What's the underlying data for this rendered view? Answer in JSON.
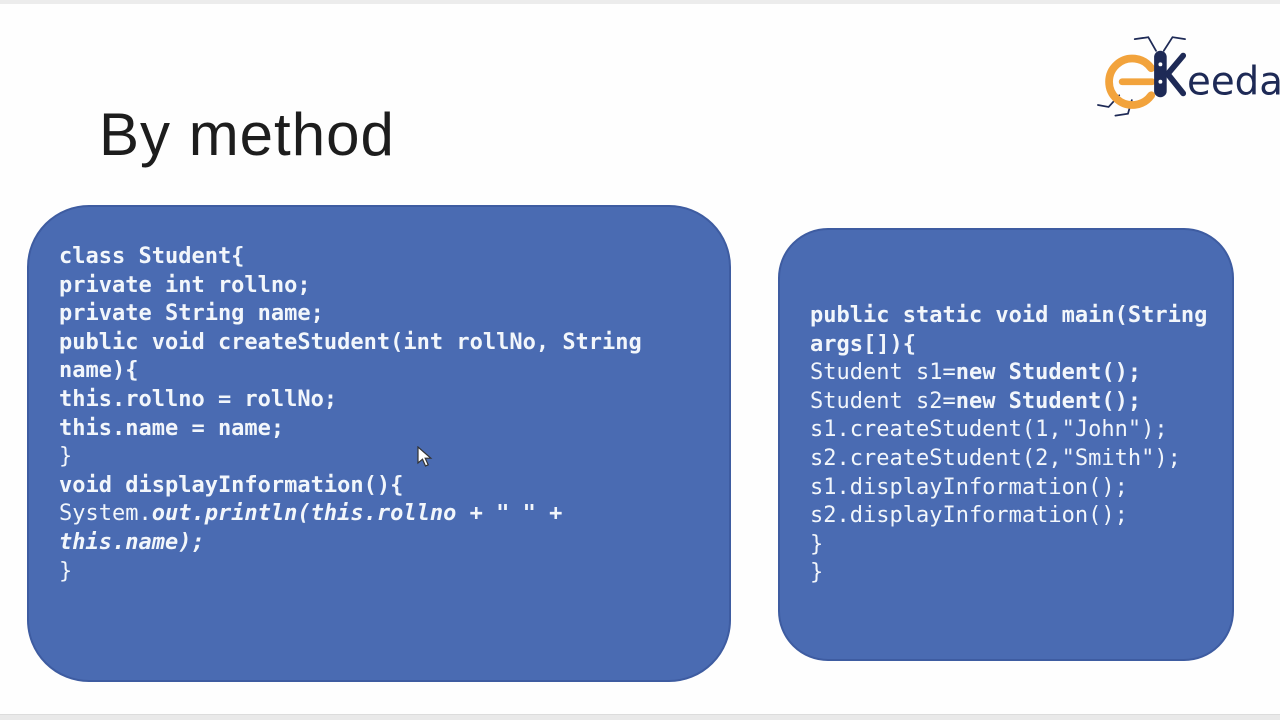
{
  "title": "By method",
  "logo": {
    "brand": "EKeeda",
    "e_letter": "E",
    "text_after_bug": "eeda",
    "orange": "#f2a33c",
    "navy": "#1e2a56"
  },
  "colors": {
    "box_fill": "#4a6bb2",
    "box_border": "#3e5ca1",
    "code_text": "#f2f6fb",
    "title_text": "#1d1d1d",
    "edge_strip": "#ececec"
  },
  "code_boxes": [
    {
      "id": "student-class",
      "lines": [
        [
          {
            "t": "class Student{",
            "s": "b"
          }
        ],
        [
          {
            "t": "private int rollno;",
            "s": "b"
          }
        ],
        [
          {
            "t": "private String name;",
            "s": "b"
          }
        ],
        [
          {
            "t": "public void createStudent(int rollNo, String",
            "s": "b"
          }
        ],
        [
          {
            "t": "name){",
            "s": "b"
          }
        ],
        [
          {
            "t": "this.rollno = rollNo;",
            "s": "b"
          }
        ],
        [
          {
            "t": "this.name = name;",
            "s": "b"
          }
        ],
        [
          {
            "t": "}",
            "s": "r"
          }
        ],
        [
          {
            "t": "void displayInformation(){",
            "s": "b"
          }
        ],
        [
          {
            "t": "System.",
            "s": "r"
          },
          {
            "t": "out.println(this.rollno + \" \" +",
            "s": "bi"
          }
        ],
        [
          {
            "t": "this.name);",
            "s": "bi"
          }
        ],
        [
          {
            "t": "}",
            "s": "r"
          }
        ]
      ]
    },
    {
      "id": "main-method",
      "lines": [
        [
          {
            "t": "public static void main(String",
            "s": "b"
          }
        ],
        [
          {
            "t": "args[]){",
            "s": "b"
          }
        ],
        [
          {
            "t": "Student s1=",
            "s": "r"
          },
          {
            "t": "new Student();",
            "s": "b"
          }
        ],
        [
          {
            "t": "Student s2=",
            "s": "r"
          },
          {
            "t": "new Student();",
            "s": "b"
          }
        ],
        [
          {
            "t": "s1.createStudent(1,\"John\");",
            "s": "r"
          }
        ],
        [
          {
            "t": "s2.createStudent(2,\"Smith\");",
            "s": "r"
          }
        ],
        [
          {
            "t": "s1.displayInformation();",
            "s": "r"
          }
        ],
        [
          {
            "t": "s2.displayInformation();",
            "s": "r"
          }
        ],
        [
          {
            "t": "}",
            "s": "r"
          }
        ],
        [
          {
            "t": "}",
            "s": "r"
          }
        ]
      ]
    }
  ]
}
